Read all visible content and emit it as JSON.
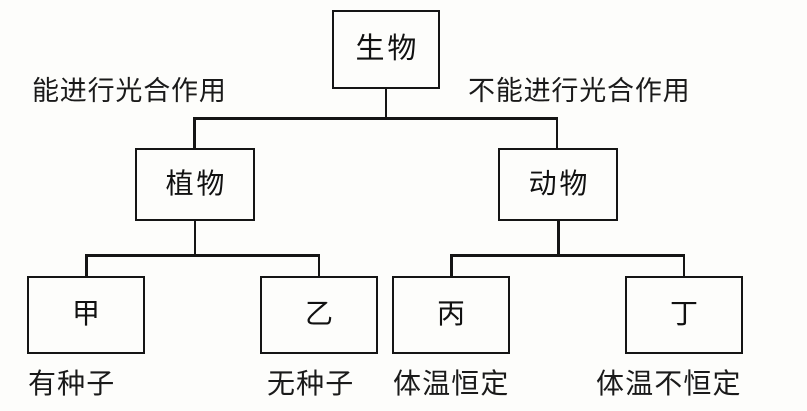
{
  "diagram": {
    "type": "classification-tree",
    "title_node": {
      "id": "root",
      "label": "生物"
    },
    "branch_labels": {
      "left": "能进行光合作用",
      "right": "不能进行光合作用"
    },
    "level_two": [
      {
        "id": "plant",
        "label": "植物"
      },
      {
        "id": "animal",
        "label": "动物"
      }
    ],
    "level_three": [
      {
        "id": "jia",
        "label": "甲",
        "caption": "有种子"
      },
      {
        "id": "yi",
        "label": "乙",
        "caption": "无种子"
      },
      {
        "id": "bing",
        "label": "丙",
        "caption": "体温恒定"
      },
      {
        "id": "ding",
        "label": "丁",
        "caption": "体温不恒定"
      }
    ],
    "colors": {
      "stroke": "#151515",
      "text": "#1a1a1a",
      "background": "#fdfdfb"
    }
  }
}
